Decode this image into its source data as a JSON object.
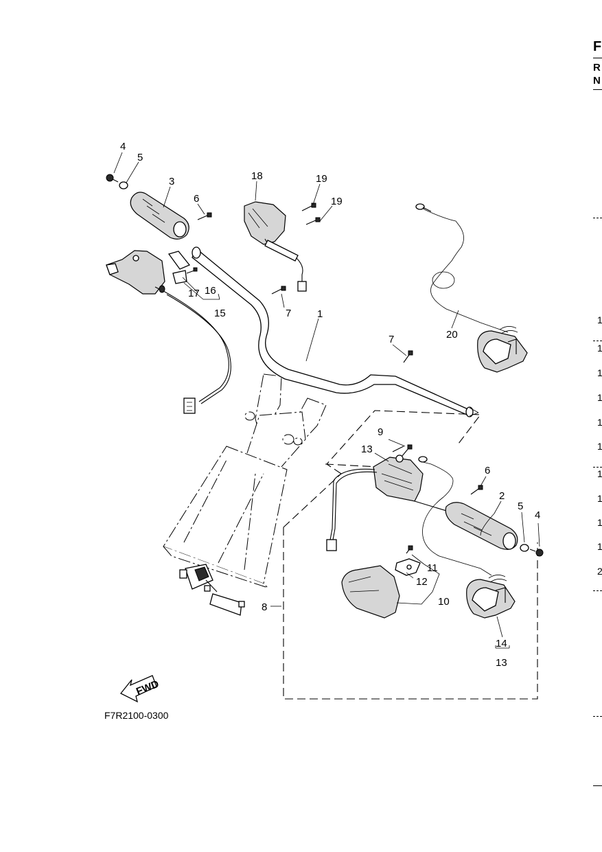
{
  "diagram_code": "F7R2100-0300",
  "fwd_label": "FWD",
  "callouts": {
    "c1": "1",
    "c2": "2",
    "c3": "3",
    "c4a": "4",
    "c4b": "4",
    "c5a": "5",
    "c5b": "5",
    "c6a": "6",
    "c6b": "6",
    "c7a": "7",
    "c7b": "7",
    "c8": "8",
    "c9": "9",
    "c10": "10",
    "c11": "11",
    "c12": "12",
    "c13a": "13",
    "c13b": "13",
    "c14": "14",
    "c15": "15",
    "c16": "16",
    "c17": "17",
    "c18": "18",
    "c19a": "19",
    "c19b": "19",
    "c20": "20"
  },
  "right_margin": {
    "letters": [
      "F",
      "R",
      "N"
    ],
    "numbers": [
      "1",
      "1",
      "1",
      "1",
      "1",
      "1",
      "1",
      "1",
      "1",
      "1",
      "2"
    ]
  }
}
